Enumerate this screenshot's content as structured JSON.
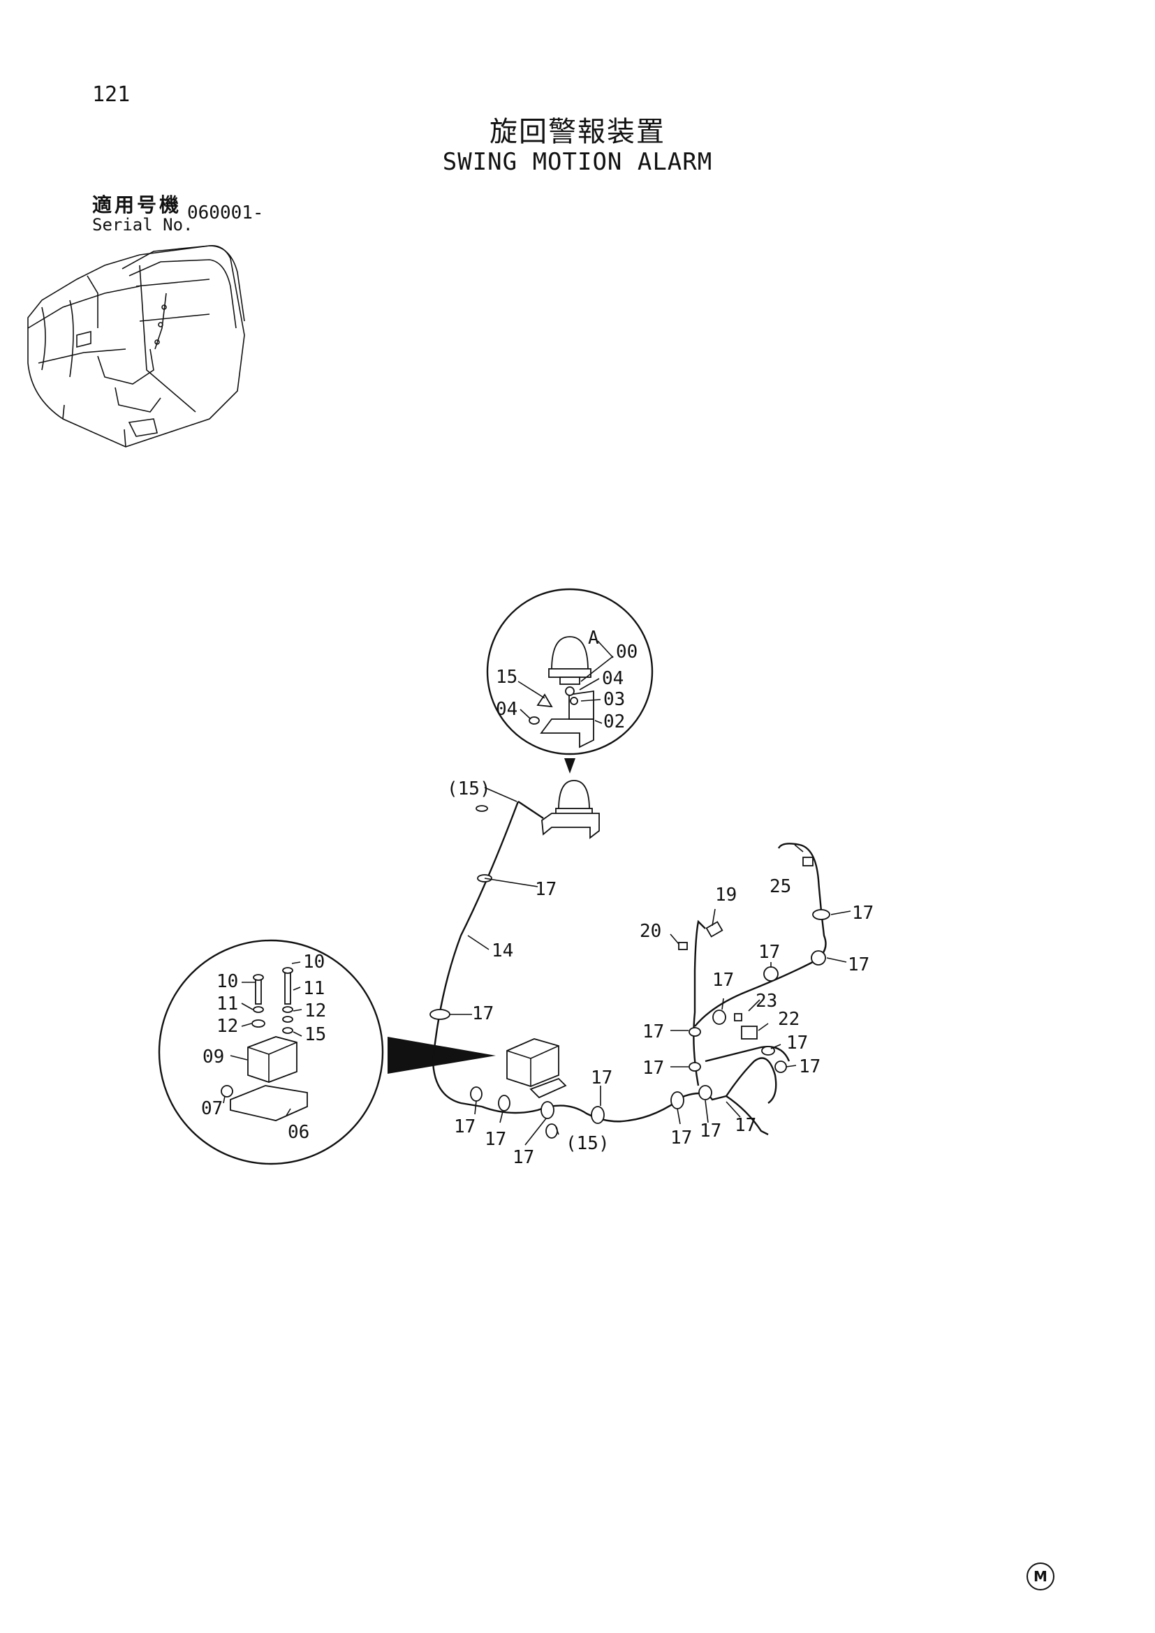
{
  "page": {
    "number": "121",
    "title_jp": "旋回警報装置",
    "title_en": "SWING MOTION ALARM",
    "serial_label_jp": "適用号機",
    "serial_label_en": "Serial No.",
    "serial_value": "060001-",
    "logo": "M"
  },
  "icons": {
    "logo": "circled-m-icon",
    "detail_pointer": "triangle-pointer-icon"
  },
  "callouts": {
    "top_detail": [
      "A",
      "00",
      "15",
      "04",
      "04",
      "03",
      "02"
    ],
    "left_detail": [
      "10",
      "10",
      "11",
      "11",
      "12",
      "12",
      "15",
      "09",
      "07",
      "06"
    ],
    "harness": [
      "(15)",
      "17",
      "14",
      "17",
      "19",
      "20",
      "25",
      "17",
      "17",
      "17",
      "17",
      "23",
      "22",
      "17",
      "17",
      "17",
      "17",
      "17",
      "17",
      "17",
      "17",
      "17",
      "17",
      "17",
      "(15)"
    ]
  }
}
